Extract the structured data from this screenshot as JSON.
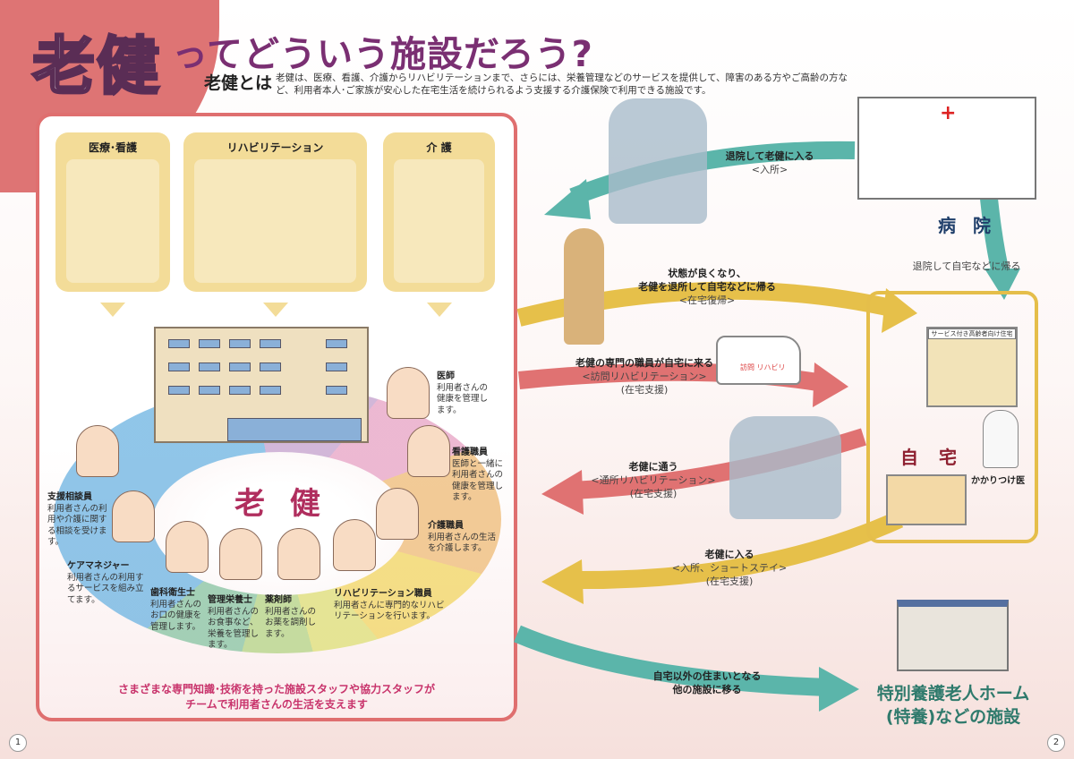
{
  "title": {
    "main": "老健",
    "sub": "ってどういう施設だろう?"
  },
  "about": {
    "label": "老健とは",
    "text": "老健は、医療、看護、介護からリハビリテーションまで、さらには、栄養管理などのサービスを提供して、障害のある方やご高齢の方など、利用者本人･ご家族が安心した在宅生活を続けられるよう支援する介護保険で利用できる施設です。"
  },
  "bubbles": [
    "医療･看護",
    "リハビリテーション",
    "介 護"
  ],
  "center": "老 健",
  "staff": [
    {
      "name": "医師",
      "desc": "利用者さんの健康を管理します。"
    },
    {
      "name": "看護職員",
      "desc": "医師と一緒に利用者さんの健康を管理します。"
    },
    {
      "name": "介護職員",
      "desc": "利用者さんの生活を介護します。"
    },
    {
      "name": "リハビリテーション職員",
      "desc": "利用者さんに専門的なリハビリテーションを行います。"
    },
    {
      "name": "薬剤師",
      "desc": "利用者さんのお薬を調剤します。"
    },
    {
      "name": "管理栄養士",
      "desc": "利用者さんのお食事など、栄養を管理します。"
    },
    {
      "name": "歯科衛生士",
      "desc": "利用者さんのお口の健康を管理します。"
    },
    {
      "name": "ケアマネジャー",
      "desc": "利用者さんの利用するサービスを組み立てます。"
    },
    {
      "name": "支援相談員",
      "desc": "利用者さんの利用や介護に関する相談を受けます。"
    }
  ],
  "bottom_text": [
    "さまざまな専門知識･技術を持った施設スタッフや協力スタッフが",
    "チームで利用者さんの生活を支えます"
  ],
  "arrows": [
    {
      "title": "退院して老健に入る",
      "sub": "<入所>",
      "color": "#5bb5aa"
    },
    {
      "title": "状態が良くなり、\n老健を退所して自宅などに帰る",
      "sub": "<在宅復帰>",
      "color": "#e6c04a"
    },
    {
      "title": "老健の専門の職員が自宅に来る",
      "sub": "<訪問リハビリテーション>",
      "note": "(在宅支援)",
      "color": "#e07272"
    },
    {
      "title": "老健に通う",
      "sub": "<通所リハビリテーション>",
      "note": "(在宅支援)",
      "color": "#e07272"
    },
    {
      "title": "老健に入る",
      "sub": "<入所、ショートステイ>",
      "note": "(在宅支援)",
      "color": "#e6c04a"
    },
    {
      "title": "自宅以外の住まいとなる",
      "title2": "他の施設に移る",
      "color": "#5bb5aa"
    },
    {
      "title": "退院して自宅などに帰る",
      "color": "#5bb5aa"
    }
  ],
  "hospital": "病 院",
  "home": {
    "title": "自 宅",
    "sign": "サービス付き高齢者向け住宅",
    "doctor": "かかりつけ医"
  },
  "van_label": "訪問 リハビリ",
  "tokuyo": [
    "特別養護老人ホーム",
    "(特養)などの施設"
  ],
  "pages": [
    "1",
    "2"
  ]
}
